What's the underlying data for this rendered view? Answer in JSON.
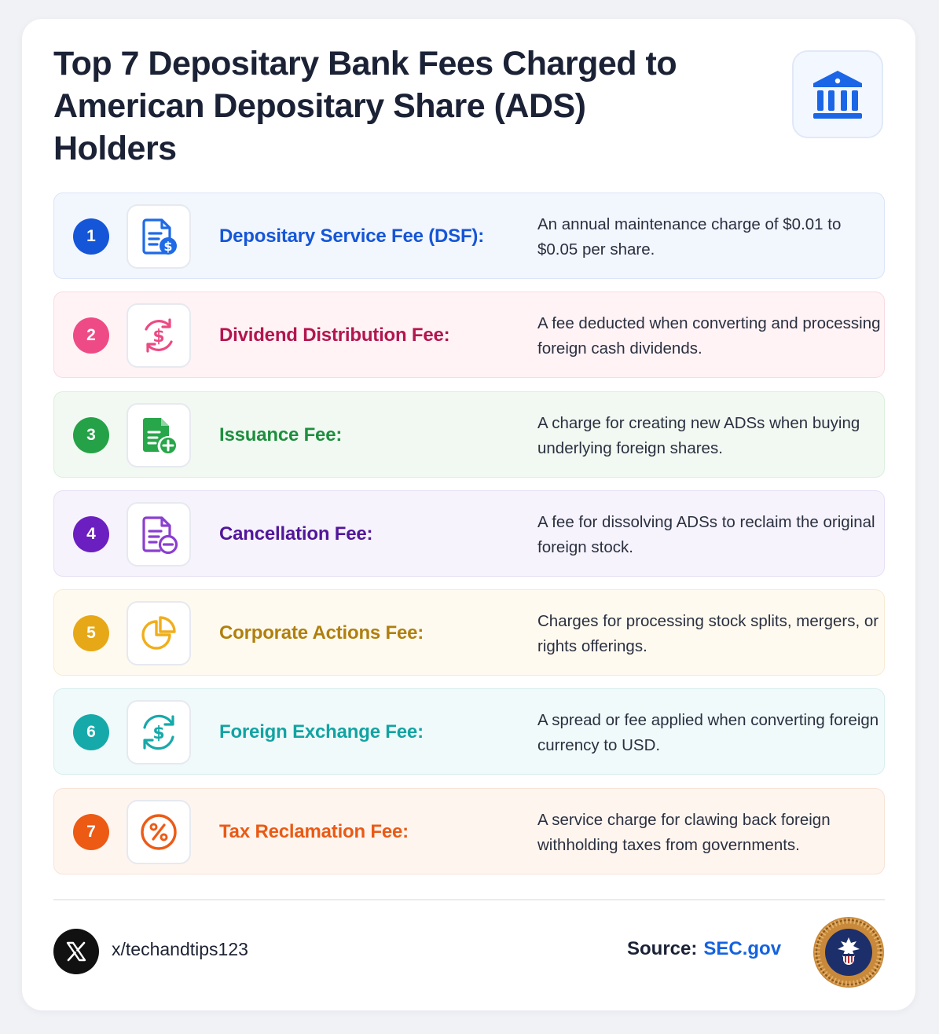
{
  "title": "Top 7 Depositary Bank Fees Charged to American Depositary Share (ADS) Holders",
  "header_icon": "bank-icon",
  "fees": [
    {
      "number": "1",
      "name": "Depositary Service Fee (DSF):",
      "description": "An annual maintenance charge of $0.01 to $0.05 per share.",
      "icon": "document-dollar-icon",
      "accent": "#1556d8",
      "bg": "#f2f6fd",
      "border": "#dbe5f7"
    },
    {
      "number": "2",
      "name": "Dividend Distribution Fee:",
      "description": "A fee deducted when converting and processing foreign cash dividends.",
      "icon": "dollar-cycle-icon",
      "accent": "#b3154f",
      "badge": "#ee4b86",
      "bg": "#fff3f5",
      "border": "#fadbe3"
    },
    {
      "number": "3",
      "name": "Issuance Fee:",
      "description": "A charge for creating new ADSs when buying underlying foreign shares.",
      "icon": "document-plus-icon",
      "accent": "#1e8f3e",
      "badge": "#25a147",
      "bg": "#f2f9f2",
      "border": "#dcefdd"
    },
    {
      "number": "4",
      "name": "Cancellation Fee:",
      "description": "A fee for dissolving ADSs to reclaim the original foreign stock.",
      "icon": "document-minus-icon",
      "accent": "#52169a",
      "badge": "#6b1fc0",
      "bg": "#f6f3fc",
      "border": "#e7e0f6"
    },
    {
      "number": "5",
      "name": "Corporate Actions Fee:",
      "description": "Charges for processing stock splits, mergers, or rights offerings.",
      "icon": "pie-chart-icon",
      "accent": "#b0800e",
      "badge": "#e7a817",
      "bg": "#fffaf0",
      "border": "#f7ecd2"
    },
    {
      "number": "6",
      "name": "Foreign Exchange Fee:",
      "description": "A spread or fee applied when converting foreign currency to USD.",
      "icon": "currency-exchange-icon",
      "accent": "#13a3a3",
      "badge": "#16a9a9",
      "bg": "#f0fafa",
      "border": "#d9eeee"
    },
    {
      "number": "7",
      "name": "Tax Reclamation Fee:",
      "description": "A service charge for clawing back foreign withholding taxes from governments.",
      "icon": "percent-icon",
      "accent": "#ea5a14",
      "badge": "#ec5a14",
      "bg": "#fff5ef",
      "border": "#f8e3d7"
    }
  ],
  "footer": {
    "social_icon": "x-logo-icon",
    "handle": "x/techandtips123",
    "source_label": "Source:",
    "source_link": "SEC.gov",
    "seal_icon": "sec-seal-icon"
  }
}
